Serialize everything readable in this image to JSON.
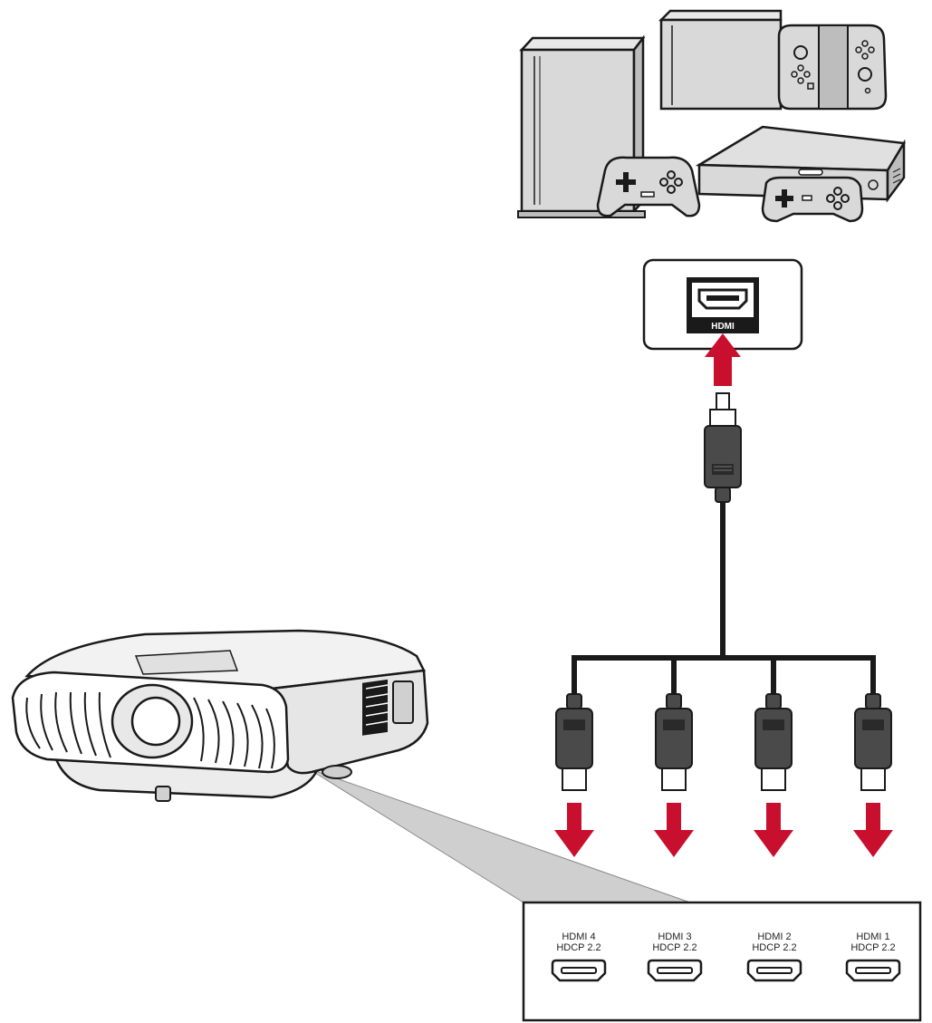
{
  "source_port": {
    "label": "HDMI"
  },
  "projector_ports": [
    {
      "line1": "HDMI 4",
      "line2": "HDCP 2.2"
    },
    {
      "line1": "HDMI 3",
      "line2": "HDCP 2.2"
    },
    {
      "line1": "HDMI 2",
      "line2": "HDCP 2.2"
    },
    {
      "line1": "HDMI 1",
      "line2": "HDCP 2.2"
    }
  ],
  "colors": {
    "arrow": "#c8102e",
    "line": "#1a1a1a",
    "device_fill": "#d9d9d9",
    "plug_fill": "#4a4a4a",
    "callout_fill": "#cfcfcf"
  },
  "icons": [
    "game-console-icon",
    "handheld-console-icon",
    "media-box-icon",
    "gamepad-icon",
    "hdmi-port-icon",
    "projector-icon"
  ]
}
